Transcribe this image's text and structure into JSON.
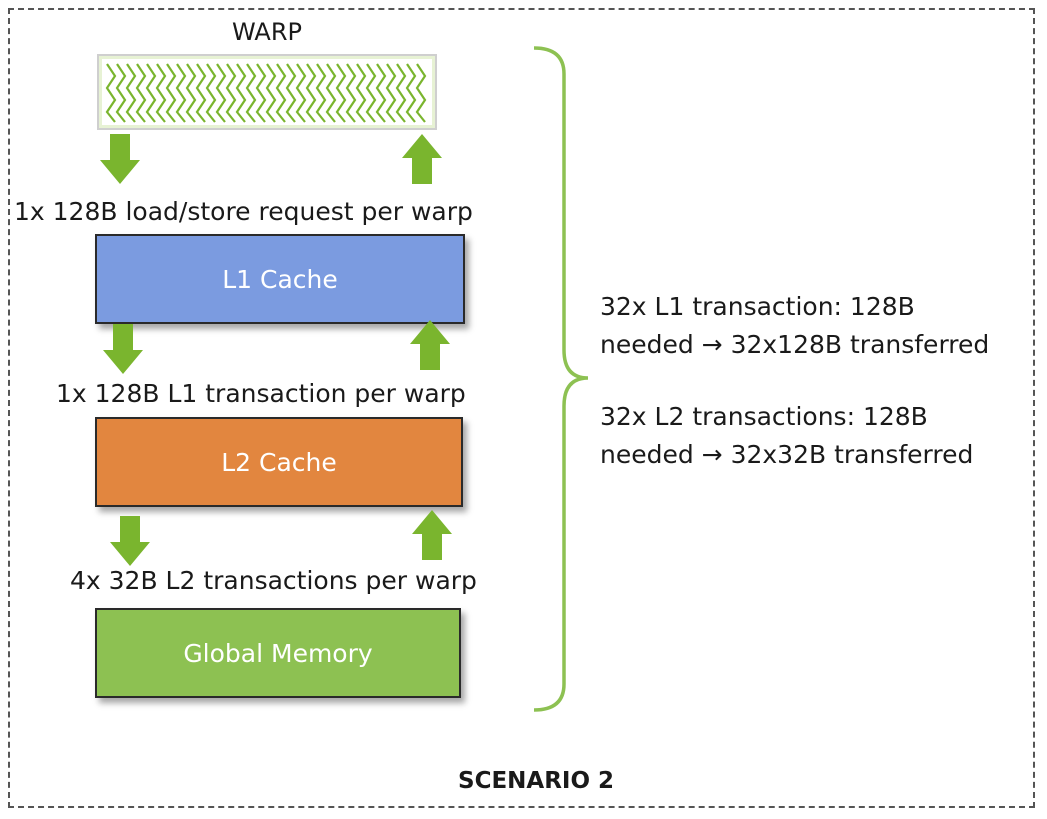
{
  "warp": {
    "title": "WARP"
  },
  "levels": {
    "request_label": "1x 128B load/store request per warp",
    "l1_label": "L1 Cache",
    "l1_transaction_label": "1x 128B L1 transaction per warp",
    "l2_label": "L2 Cache",
    "l2_transactions_label": "4x 32B L2 transactions per warp",
    "global_label": "Global Memory"
  },
  "notes": {
    "l1_line1": "32x L1 transaction: 128B",
    "l1_line2": "needed → 32x128B transferred",
    "l2_line1": "32x L2 transactions: 128B",
    "l2_line2": "needed → 32x32B transferred"
  },
  "scenario": {
    "label": "SCENARIO 2"
  },
  "colors": {
    "l1": "#7b9be0",
    "l2": "#e2863f",
    "global_memory": "#8dc152",
    "arrow": "#7ab52e",
    "brace": "#8dc152"
  }
}
